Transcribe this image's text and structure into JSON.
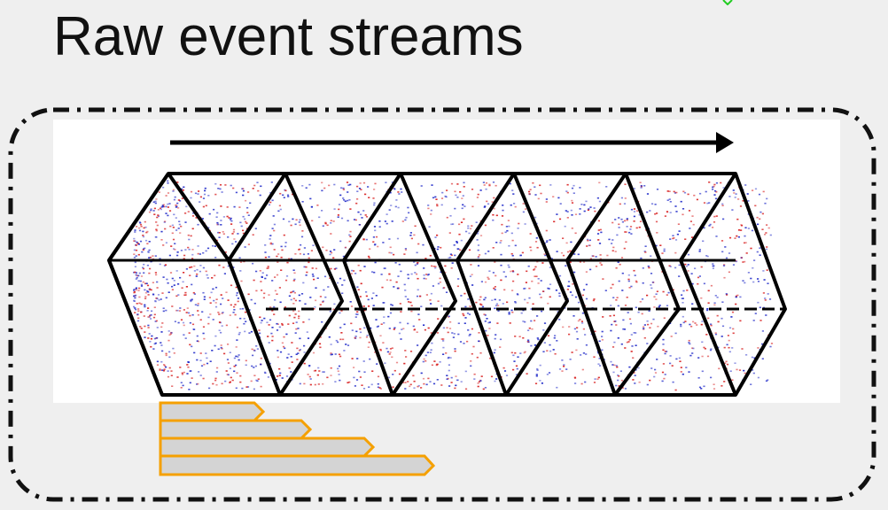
{
  "slide": {
    "title": "Raw event streams"
  },
  "colors": {
    "background": "#efefef",
    "frame_stroke": "#111111",
    "panel_bg": "#ffffff",
    "cube_stroke": "#000000",
    "event_positive": "#d81e1e",
    "event_negative": "#1e28c8",
    "window_bar_fill": "#d4d4d4",
    "window_bar_stroke": "#f5a000",
    "corner_mark": "#22cc22"
  },
  "diagram": {
    "arrow_icon": "time-arrow-icon",
    "event_slice_count": 6,
    "window_bar_count": 4
  }
}
